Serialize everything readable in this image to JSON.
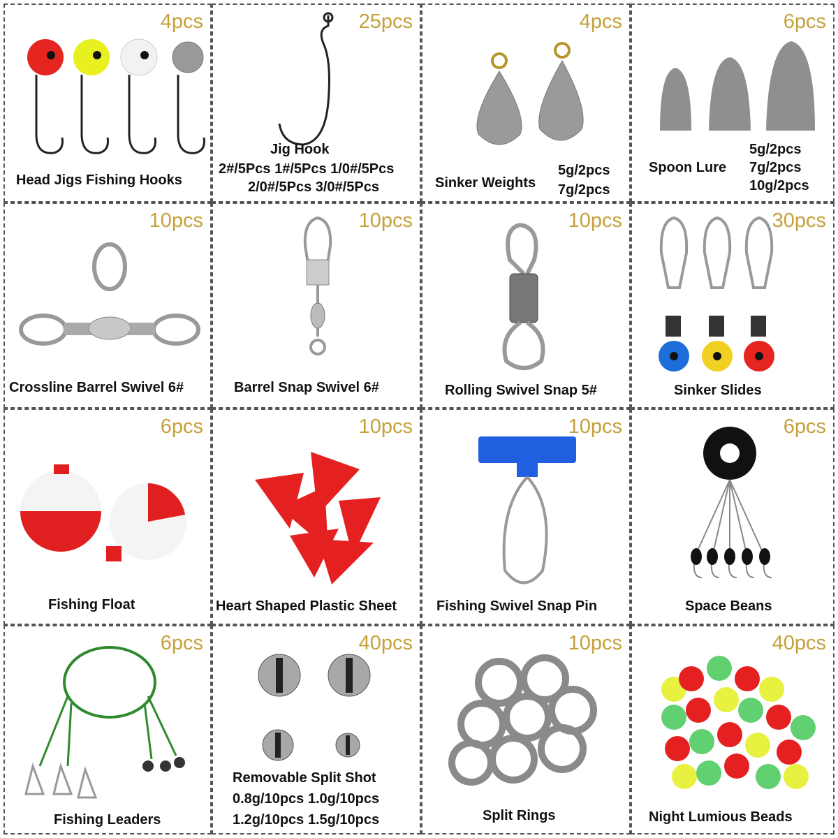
{
  "cells": [
    {
      "count": "4pcs",
      "label": "Head Jigs Fishing Hooks"
    },
    {
      "count": "25pcs",
      "label": "Jig Hook",
      "lines": [
        "2#/5Pcs 1#/5Pcs 1/0#/5Pcs",
        "2/0#/5Pcs 3/0#/5Pcs"
      ]
    },
    {
      "count": "4pcs",
      "label": "Sinker Weights",
      "lines": [
        "5g/2pcs",
        "7g/2pcs"
      ]
    },
    {
      "count": "6pcs",
      "label": "Spoon Lure",
      "lines": [
        "5g/2pcs",
        "7g/2pcs",
        "10g/2pcs"
      ]
    },
    {
      "count": "10pcs",
      "label": "Crossline Barrel Swivel 6#"
    },
    {
      "count": "10pcs",
      "label": "Barrel Snap Swivel 6#"
    },
    {
      "count": "10pcs",
      "label": "Rolling Swivel Snap 5#"
    },
    {
      "count": "30pcs",
      "label": "Sinker Slides"
    },
    {
      "count": "6pcs",
      "label": "Fishing Float"
    },
    {
      "count": "10pcs",
      "label": "Heart Shaped Plastic Sheet"
    },
    {
      "count": "10pcs",
      "label": "Fishing Swivel Snap Pin"
    },
    {
      "count": "6pcs",
      "label": "Space Beans"
    },
    {
      "count": "6pcs",
      "label": "Fishing Leaders"
    },
    {
      "count": "40pcs",
      "label": "Removable Split Shot",
      "lines": [
        "0.8g/10pcs 1.0g/10pcs",
        "1.2g/10pcs 1.5g/10pcs"
      ]
    },
    {
      "count": "10pcs",
      "label": "Split Rings"
    },
    {
      "count": "40pcs",
      "label": "Night Lumious Beads"
    }
  ]
}
